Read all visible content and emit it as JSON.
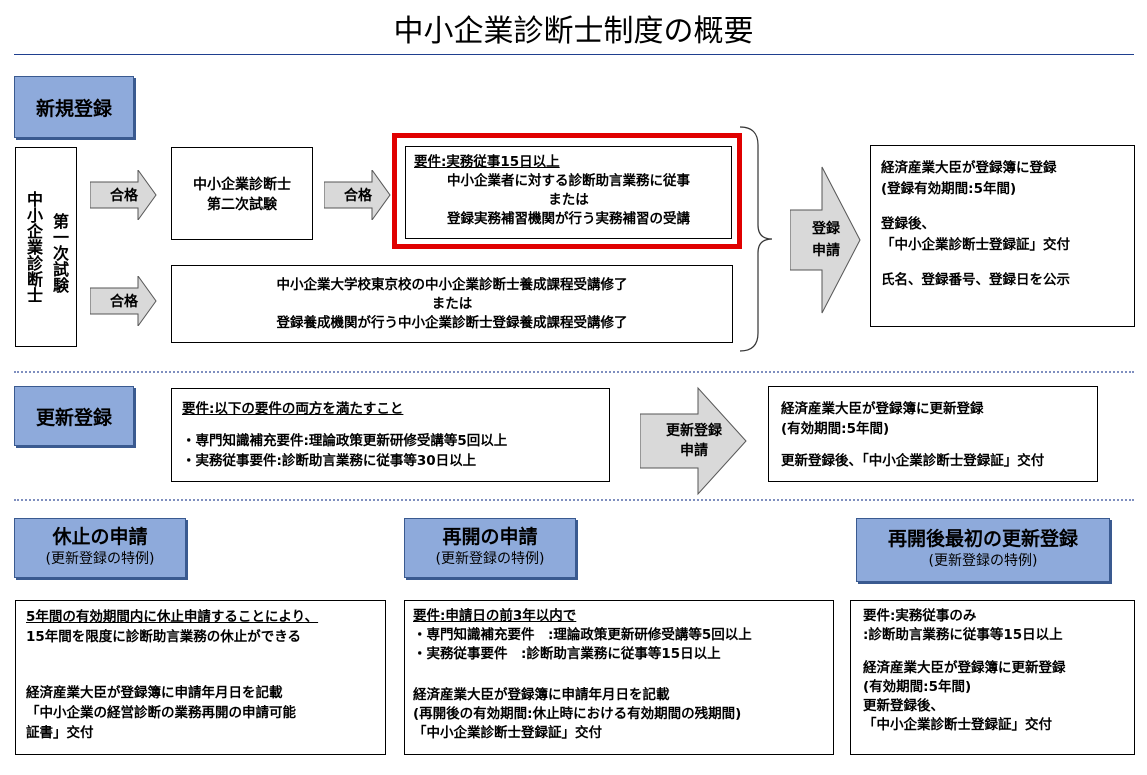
{
  "title": "中小企業診断士制度の概要",
  "colors": {
    "scroll_fill": "#8eaadb",
    "highlight_border": "#e00000",
    "arrow_fill": "#d9d9d9"
  },
  "new_registration": {
    "label": "新規登録",
    "first_exam_col1": "第一次試験",
    "first_exam_col2": "中小企業診断士",
    "pass_label": "合格",
    "second_exam": [
      "中小企業診断士",
      "第二次試験"
    ],
    "requirement_title": "要件:実務従事15日以上",
    "requirement_lines": [
      "中小企業者に対する診断助言業務に従事",
      "または",
      "登録実務補習機関が行う実務補習の受講"
    ],
    "training_lines": [
      "中小企業大学校東京校の中小企業診断士養成課程受講修了",
      "または",
      "登録養成機関が行う中小企業診断士登録養成課程受講修了"
    ],
    "apply_label": [
      "登録",
      "申請"
    ],
    "result_lines": [
      "経済産業大臣が登録簿に登録",
      "(登録有効期間:5年間)",
      "",
      "登録後、",
      "「中小企業診断士登録証」交付",
      "",
      "氏名、登録番号、登録日を公示"
    ]
  },
  "renewal": {
    "label": "更新登録",
    "requirement_title": "要件:以下の要件の両方を満たすこと",
    "requirement_lines": [
      "・専門知識補充要件:理論政策更新研修受講等5回以上",
      "・実務従事要件:診断助言業務に従事等30日以上"
    ],
    "apply_label": [
      "更新登録",
      "申請"
    ],
    "result_lines": [
      "経済産業大臣が登録簿に更新登録",
      "(有効期間:5年間)",
      "",
      "更新登録後、「中小企業診断士登録証」交付"
    ]
  },
  "suspension": {
    "label": "休止の申請",
    "sub": "(更新登録の特例)",
    "body_title_lines": [
      "5年間の有効期間内に休止申請することにより、",
      "15年間を限度に診断助言業務の休止ができる"
    ],
    "body_lines": [
      "経済産業大臣が登録簿に申請年月日を記載",
      "「中小企業の経営診断の業務再開の申請可能",
      "証書」交付"
    ]
  },
  "resumption": {
    "label": "再開の申請",
    "sub": "(更新登録の特例)",
    "body_title": "要件:申請日の前3年以内で",
    "body_lines": [
      "・専門知識補充要件　:理論政策更新研修受講等5回以上",
      "・実務従事要件　:診断助言業務に従事等15日以上"
    ],
    "result_lines": [
      "経済産業大臣が登録簿に申請年月日を記載",
      "(再開後の有効期間:休止時における有効期間の残期間)",
      "「中小企業診断士登録証」交付"
    ]
  },
  "first_renewal": {
    "label": "再開後最初の更新登録",
    "sub": "(更新登録の特例)",
    "body_lines": [
      "要件:実務従事のみ",
      ":診断助言業務に従事等15日以上",
      "",
      "経済産業大臣が登録簿に更新登録",
      "(有効期間:5年間)",
      "更新登録後、",
      "「中小企業診断士登録証」交付"
    ]
  }
}
